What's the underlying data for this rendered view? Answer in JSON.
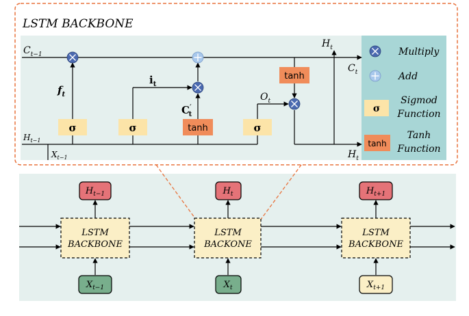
{
  "backbone": {
    "title": "LSTM BACKBONE",
    "signals": {
      "c_prev": "C",
      "c_prev_sub": "t−1",
      "c_t": "C",
      "c_t_sub": "t",
      "h_prev": "H",
      "h_prev_sub": "t−1",
      "x_prev": "X",
      "x_prev_sub": "t−1",
      "h_out_top": "H",
      "h_out_top_sub": "t",
      "h_out_bottom": "H",
      "h_out_bottom_sub": "t",
      "f_t": "f",
      "f_t_sub": "t",
      "i_t": "i",
      "i_t_sub": "t",
      "c_cand": "C",
      "c_cand_sup": "′",
      "c_cand_sub": "t",
      "o_t": "O",
      "o_t_sub": "t"
    },
    "gates": {
      "sigma": "σ",
      "tanh": "tanh"
    },
    "legend": [
      {
        "symbol": "multiply",
        "label": "Multiply"
      },
      {
        "symbol": "add",
        "label": "Add"
      },
      {
        "symbol": "σ",
        "label_lines": [
          "Sigmod",
          "Function"
        ]
      },
      {
        "symbol": "tanh",
        "label_lines": [
          "Tanh",
          "Function"
        ]
      }
    ]
  },
  "unrolled": {
    "cells": [
      {
        "label_lines": [
          "LSTM",
          "BACKBONE"
        ],
        "input": "X",
        "input_sub": "t−1",
        "output": "H",
        "output_sub": "t−1"
      },
      {
        "label_lines": [
          "LSTM",
          "BACKONE"
        ],
        "input": "X",
        "input_sub": "t",
        "output": "H",
        "output_sub": "t"
      },
      {
        "label_lines": [
          "LSTM",
          "BACKBONE"
        ],
        "input": "X",
        "input_sub": "t+1",
        "output": "H",
        "output_sub": "t+1"
      }
    ]
  },
  "colors": {
    "panel_bg": "#e5f0ee",
    "legend_bg": "#a8d6d6",
    "sigma_fill": "#fce4a8",
    "tanh_fill": "#f08c5a",
    "op_fill": "#4a69b0",
    "add_fill": "#a8c8ec",
    "cell_fill": "#fbefc6",
    "output_fill": "#e57378",
    "input_green": "#78ae8c",
    "input_yellow": "#fbefc6",
    "dashed_orange": "#e8723c"
  }
}
